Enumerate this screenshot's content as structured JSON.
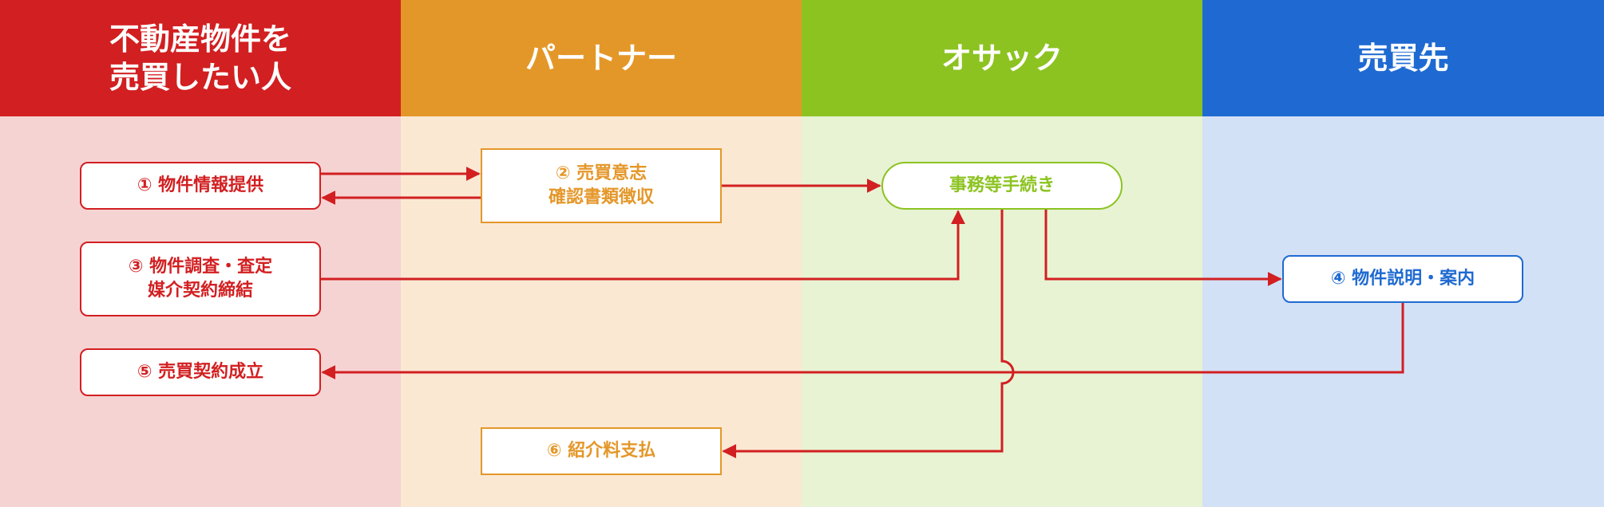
{
  "lanes": {
    "seller": {
      "title": "不動産物件を\n売買したい人",
      "color": "#d21f21"
    },
    "partner": {
      "title": "パートナー",
      "color": "#e49729"
    },
    "osakku": {
      "title": "オサック",
      "color": "#8cc321"
    },
    "buyer": {
      "title": "売買先",
      "color": "#1f6ad2"
    }
  },
  "steps": {
    "s1": "① 物件情報提供",
    "s2": "② 売買意志\n確認書類徴収",
    "office": "事務等手続き",
    "s3": "③ 物件調査・査定\n媒介契約締結",
    "s4": "④ 物件説明・案内",
    "s5": "⑤ 売買契約成立",
    "s6": "⑥ 紹介料支払"
  },
  "arrow_color": "#d21f21"
}
